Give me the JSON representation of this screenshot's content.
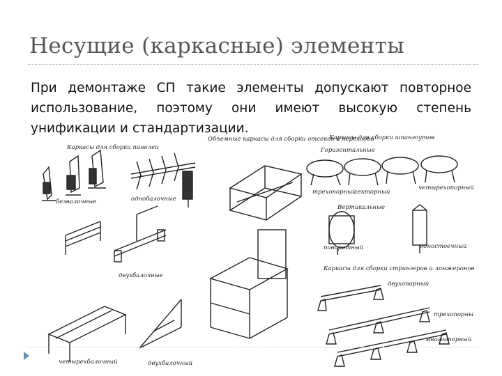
{
  "slide": {
    "title": "Несущие (каркасные) элементы",
    "body": "При демонтаже СП такие элементы допускают повторное использование, поэтому они имеют высокую степень унификации и стандартизации."
  },
  "figure": {
    "captions": {
      "panel_frames_heading": "Каркасы для сборки панелей",
      "odd_heading": "Объемные каркасы для сборки отсеков и переходов",
      "frame_heading": "Каркасы для сборки шпангоутов",
      "horizontal": "Горизонтальные",
      "vertical": "Вертикальные",
      "spars_heading": "Каркасы для сборки стрингеров и лонжеронов",
      "single_lever": "безвалочные",
      "single_axis": "однобалочные",
      "two_beam": "двухбалочные",
      "three_support": "трехопорный",
      "sector": "секторный",
      "four_support": "четырехопорный",
      "rotary": "поворотный",
      "column": "одностоечный",
      "two_support": "двухопорный",
      "multi_support": "многоопорный",
      "four_beam": "четырехбалочный",
      "two_frame": "двухбалочный"
    }
  }
}
